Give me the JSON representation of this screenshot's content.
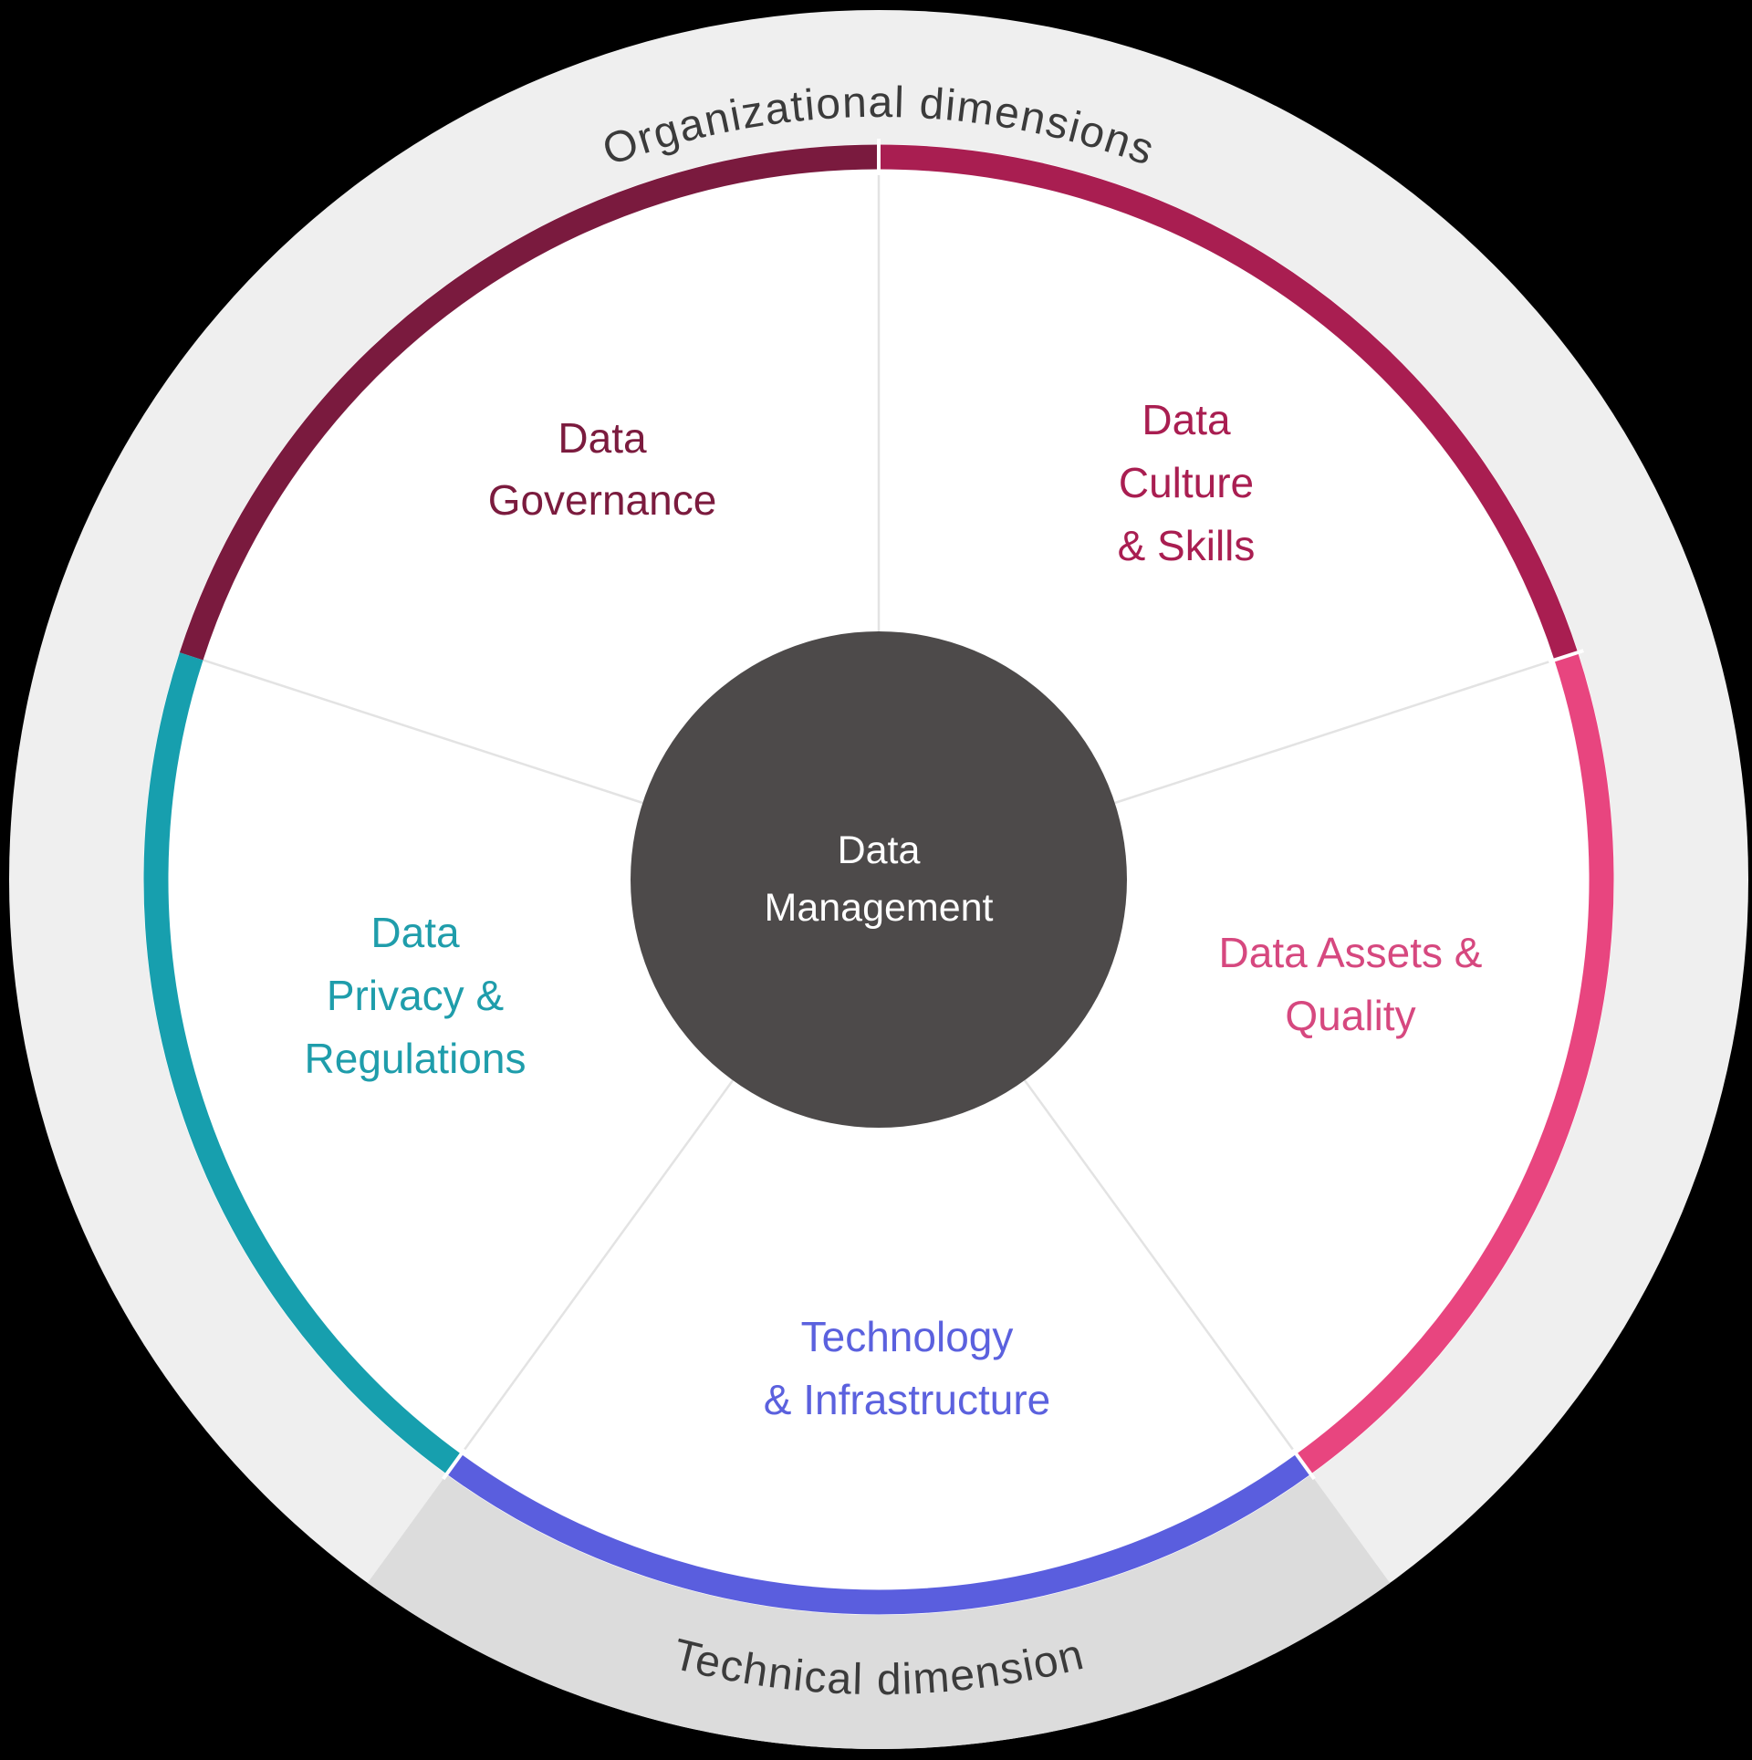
{
  "outer_ring": {
    "top_label": "Organizational dimensions",
    "bottom_label": "Technical dimension",
    "band_color": "#efefef",
    "technical_wedge_color": "#dcdcdc",
    "label_color": "#3b3b3b"
  },
  "disk_color": "#ffffff",
  "divider_color": "#e3e3e3",
  "center": {
    "lines": [
      "Data",
      "Management"
    ],
    "bg_color": "#4d4a4a",
    "text_color": "#ffffff"
  },
  "segments": [
    {
      "id": "data-governance",
      "label_lines": [
        "Data",
        "Governance"
      ],
      "arc_color": "#7a1a3e",
      "text_color": "#7b1b3e"
    },
    {
      "id": "data-culture-skills",
      "label_lines": [
        "Data",
        "Culture",
        "& Skills"
      ],
      "arc_color": "#a91e51",
      "text_color": "#a91e51"
    },
    {
      "id": "data-assets-quality",
      "label_lines": [
        "Data Assets &",
        "Quality"
      ],
      "arc_color": "#e8457f",
      "text_color": "#d6487f"
    },
    {
      "id": "technology-infrastructure",
      "label_lines": [
        "Technology",
        "& Infrastructure"
      ],
      "arc_color": "#5a5ede",
      "text_color": "#5b61de"
    },
    {
      "id": "data-privacy-regulations",
      "label_lines": [
        "Data",
        "Privacy &",
        "Regulations"
      ],
      "arc_color": "#179fae",
      "text_color": "#1f9dab"
    }
  ]
}
